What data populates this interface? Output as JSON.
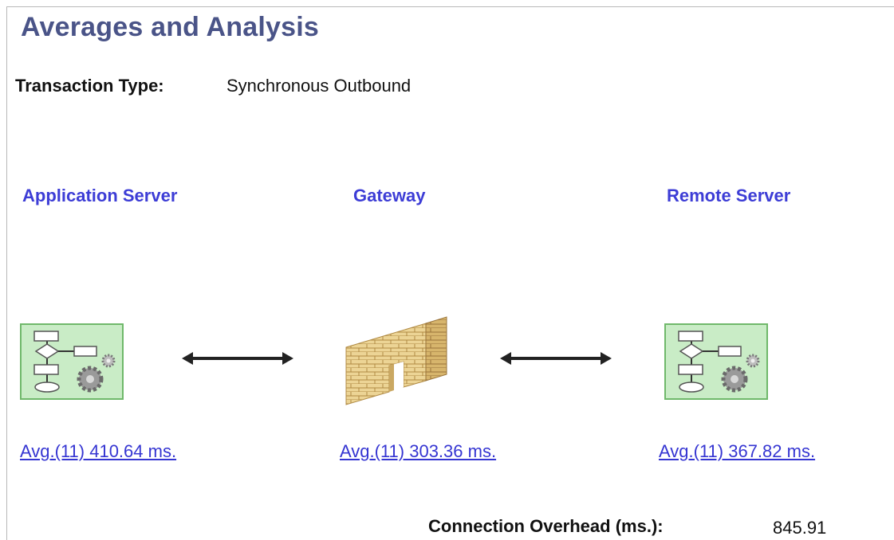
{
  "page": {
    "title": "Averages and Analysis"
  },
  "transaction": {
    "label": "Transaction Type:",
    "value": "Synchronous Outbound"
  },
  "columns": [
    {
      "header": "Application Server",
      "avg_link": "Avg.(11) 410.64 ms.",
      "icon": "app-server-flowchart-icon"
    },
    {
      "header": "Gateway",
      "avg_link": "Avg.(11) 303.36 ms.",
      "icon": "gateway-brick-wall-icon"
    },
    {
      "header": "Remote Server",
      "avg_link": "Avg.(11) 367.82 ms.",
      "icon": "remote-server-flowchart-icon"
    }
  ],
  "connection_overhead": {
    "label": "Connection Overhead (ms.):",
    "value": "845.91"
  },
  "colors": {
    "title": "#4a5488",
    "column_header": "#3d3dd6",
    "link": "#3535d2",
    "server_icon_fill": "#c9ecc6",
    "server_icon_border": "#6fb86a",
    "brick": "#e9cf8e"
  }
}
